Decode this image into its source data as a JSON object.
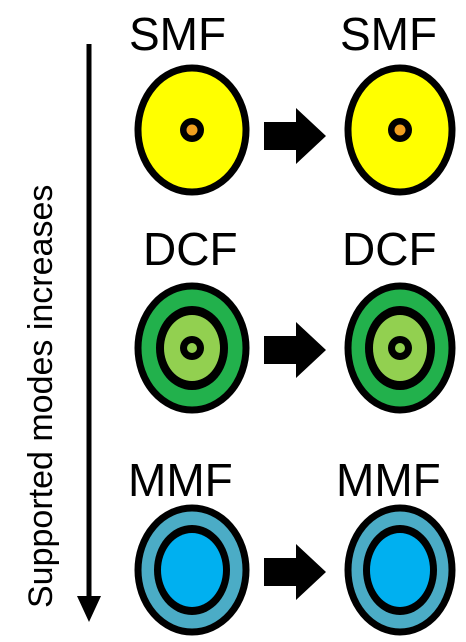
{
  "axis_label": "Supported modes increases",
  "fibers": [
    {
      "id": "smf",
      "left_label": "SMF",
      "right_label": "SMF",
      "colors": {
        "outer": "#ffff00",
        "ring": "#ffff00",
        "core_ring": "#000000",
        "core": "#f0a020"
      }
    },
    {
      "id": "dcf",
      "left_label": "DCF",
      "right_label": "DCF",
      "colors": {
        "outer": "#22b14c",
        "ring": "#92d050",
        "core_ring": "#000000",
        "core": "#92d050"
      }
    },
    {
      "id": "mmf",
      "left_label": "MMF",
      "right_label": "MMF",
      "colors": {
        "outer": "#4bacc6",
        "ring": "#00b0f0",
        "core_ring": "#000000",
        "core": "#00b0f0"
      }
    }
  ],
  "colors": {
    "stroke": "#000000",
    "arrow": "#000000"
  }
}
